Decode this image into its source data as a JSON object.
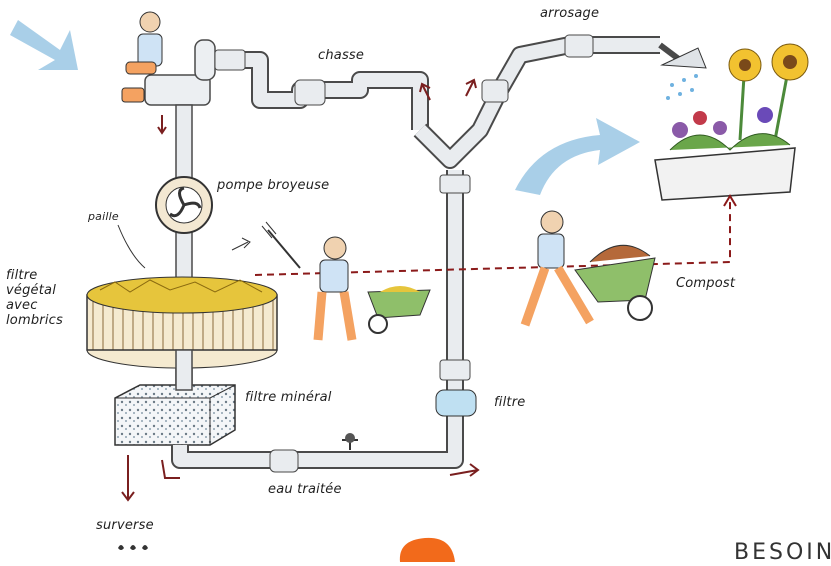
{
  "labels": {
    "arrosage": "arrosage",
    "chasse": "chasse",
    "pompe": "pompe broyeuse",
    "paille": "paille",
    "filtre_vegetal": "filtre végétal avec lombrics",
    "filtre_mineral": "filtre minéral",
    "filtre": "filtre",
    "compost": "Compost",
    "eau_traitee": "eau traitée",
    "surverse": "surverse",
    "cut_word": "BESOIN"
  },
  "colors": {
    "pipe": "#e9ecef",
    "pipe_outline": "#4a4a4a",
    "arrow_blue": "#a9cfe8",
    "arrow_red": "#7a1f1f",
    "dashed_red": "#8b1a1a",
    "straw": "#e6c53c",
    "planter": "#f2f2f2",
    "flower_yellow": "#f2c230",
    "flower_purple": "#8a5aa8",
    "person_shirt": "#cfe3f5",
    "person_pants": "#f4a261",
    "wheelbarrow": "#8fbf6a",
    "orange_blob": "#f26a1b"
  },
  "icons": [
    "arrow-in-icon",
    "arrow-out-icon",
    "shower-head-icon",
    "pump-icon",
    "wheelbarrow-icon"
  ]
}
